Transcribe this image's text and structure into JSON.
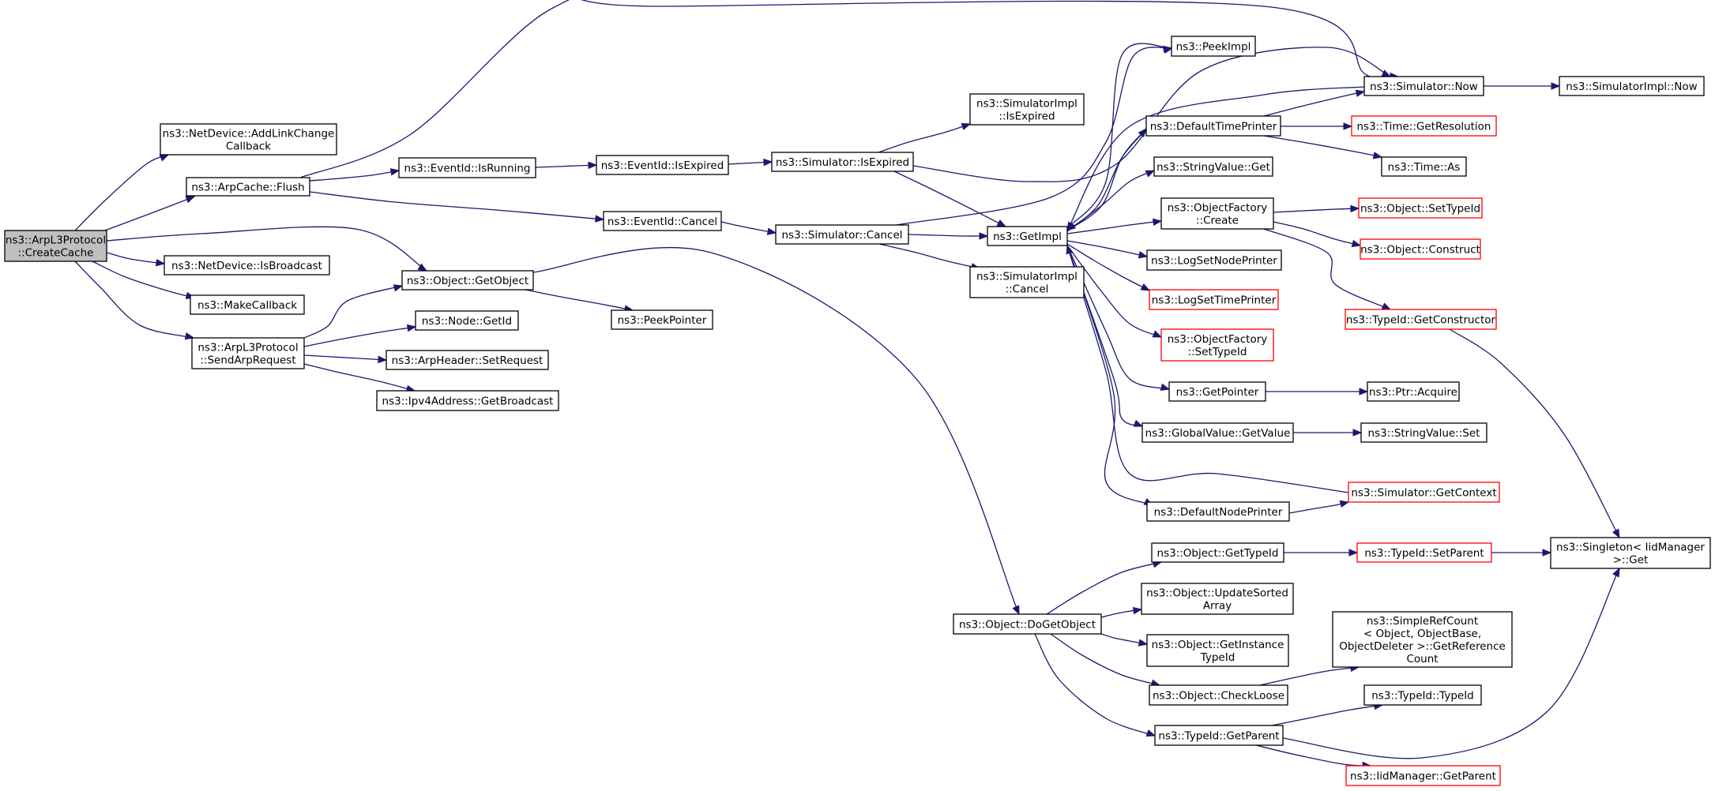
{
  "graph": {
    "nodes": {
      "createCache": {
        "lines": [
          "ns3::ArpL3Protocol",
          "::CreateCache"
        ],
        "focus": true
      },
      "addLinkChange": {
        "lines": [
          "ns3::NetDevice::AddLinkChange",
          "Callback"
        ]
      },
      "arpCacheFlush": {
        "lines": [
          "ns3::ArpCache::Flush"
        ]
      },
      "isBroadcast": {
        "lines": [
          "ns3::NetDevice::IsBroadcast"
        ]
      },
      "makeCallback": {
        "lines": [
          "ns3::MakeCallback"
        ]
      },
      "sendArpRequest": {
        "lines": [
          "ns3::ArpL3Protocol",
          "::SendArpRequest"
        ]
      },
      "getObject": {
        "lines": [
          "ns3::Object::GetObject"
        ]
      },
      "nodeGetId": {
        "lines": [
          "ns3::Node::GetId"
        ]
      },
      "setRequest": {
        "lines": [
          "ns3::ArpHeader::SetRequest"
        ]
      },
      "getBroadcast": {
        "lines": [
          "ns3::Ipv4Address::GetBroadcast"
        ]
      },
      "isRunning": {
        "lines": [
          "ns3::EventId::IsRunning"
        ]
      },
      "eventIsExpired": {
        "lines": [
          "ns3::EventId::IsExpired"
        ]
      },
      "eventCancel": {
        "lines": [
          "ns3::EventId::Cancel"
        ]
      },
      "peekPointer": {
        "lines": [
          "ns3::PeekPointer"
        ]
      },
      "simIsExpired": {
        "lines": [
          "ns3::Simulator::IsExpired"
        ]
      },
      "simCancel": {
        "lines": [
          "ns3::Simulator::Cancel"
        ]
      },
      "implIsExpired": {
        "lines": [
          "ns3::SimulatorImpl",
          "::IsExpired"
        ]
      },
      "getImpl": {
        "lines": [
          "ns3::GetImpl"
        ]
      },
      "implCancel": {
        "lines": [
          "ns3::SimulatorImpl",
          "::Cancel"
        ]
      },
      "doGetObject": {
        "lines": [
          "ns3::Object::DoGetObject"
        ]
      },
      "peekImpl": {
        "lines": [
          "ns3::PeekImpl"
        ]
      },
      "defaultTimePrinter": {
        "lines": [
          "ns3::DefaultTimePrinter"
        ]
      },
      "stringValueGet": {
        "lines": [
          "ns3::StringValue::Get"
        ]
      },
      "objectFactoryCreate": {
        "lines": [
          "ns3::ObjectFactory",
          "::Create"
        ]
      },
      "logSetNodePrinter": {
        "lines": [
          "ns3::LogSetNodePrinter"
        ]
      },
      "logSetTimePrinter": {
        "lines": [
          "ns3::LogSetTimePrinter"
        ],
        "red": true
      },
      "factorySetTypeId": {
        "lines": [
          "ns3::ObjectFactory",
          "::SetTypeId"
        ],
        "red": true
      },
      "getPointer": {
        "lines": [
          "ns3::GetPointer"
        ]
      },
      "globalGetValue": {
        "lines": [
          "ns3::GlobalValue::GetValue"
        ]
      },
      "defaultNodePrinter": {
        "lines": [
          "ns3::DefaultNodePrinter"
        ]
      },
      "simNow": {
        "lines": [
          "ns3::Simulator::Now"
        ]
      },
      "implNow": {
        "lines": [
          "ns3::SimulatorImpl::Now"
        ]
      },
      "getResolution": {
        "lines": [
          "ns3::Time::GetResolution"
        ],
        "red": true
      },
      "timeAs": {
        "lines": [
          "ns3::Time::As"
        ]
      },
      "objSetTypeId": {
        "lines": [
          "ns3::Object::SetTypeId"
        ],
        "red": true
      },
      "objConstruct": {
        "lines": [
          "ns3::Object::Construct"
        ],
        "red": true
      },
      "getConstructor": {
        "lines": [
          "ns3::TypeId::GetConstructor"
        ],
        "red": true
      },
      "ptrAcquire": {
        "lines": [
          "ns3::Ptr::Acquire"
        ]
      },
      "stringValueSet": {
        "lines": [
          "ns3::StringValue::Set"
        ]
      },
      "getContext": {
        "lines": [
          "ns3::Simulator::GetContext"
        ],
        "red": true
      },
      "getTypeId": {
        "lines": [
          "ns3::Object::GetTypeId"
        ]
      },
      "updateSortedArray": {
        "lines": [
          "ns3::Object::UpdateSorted",
          "Array"
        ]
      },
      "getInstanceTypeId": {
        "lines": [
          "ns3::Object::GetInstance",
          "TypeId"
        ]
      },
      "checkLoose": {
        "lines": [
          "ns3::Object::CheckLoose"
        ]
      },
      "typeIdGetParent": {
        "lines": [
          "ns3::TypeId::GetParent"
        ]
      },
      "typeIdSetParent": {
        "lines": [
          "ns3::TypeId::SetParent"
        ],
        "red": true
      },
      "getReferenceCount": {
        "lines": [
          "ns3::SimpleRefCount",
          "< Object, ObjectBase,",
          " ObjectDeleter >::GetReference",
          "Count"
        ]
      },
      "typeIdTypeId": {
        "lines": [
          "ns3::TypeId::TypeId"
        ]
      },
      "iidGetParent": {
        "lines": [
          "ns3::IidManager::GetParent"
        ],
        "red": true
      },
      "singletonGet": {
        "lines": [
          "ns3::Singleton< IidManager",
          " >::Get"
        ]
      }
    }
  }
}
